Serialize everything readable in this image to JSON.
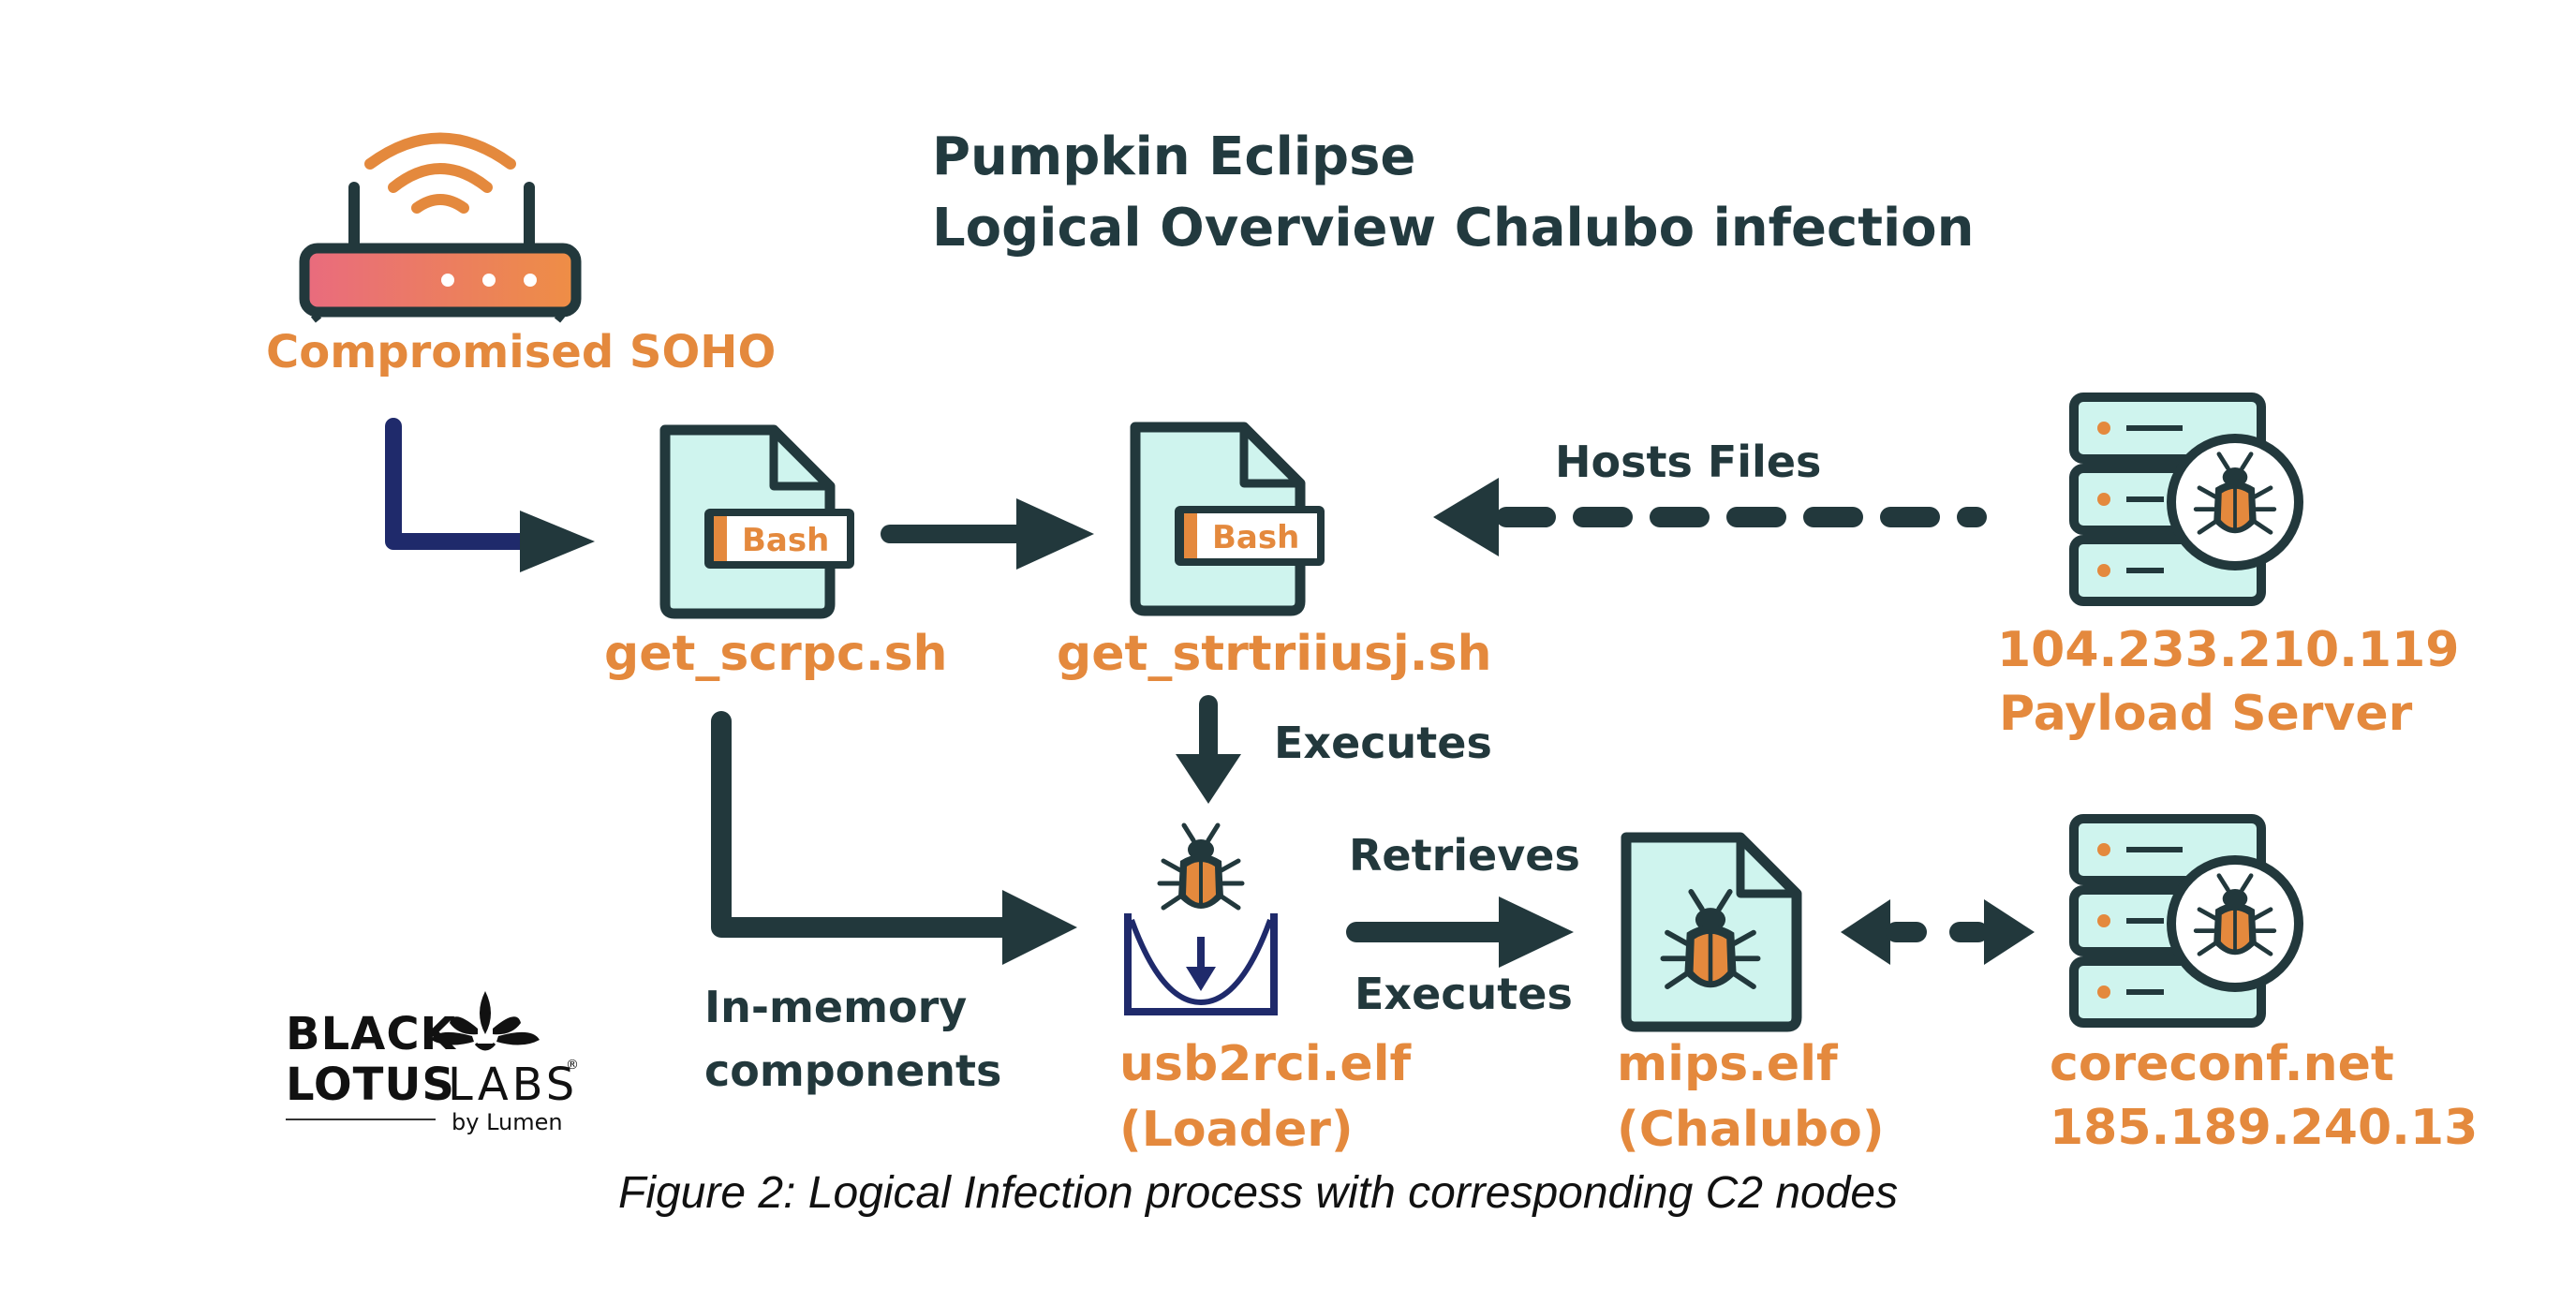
{
  "title": {
    "line1": "Pumpkin Eclipse",
    "line2": "Logical Overview Chalubo infection"
  },
  "nodes": {
    "soho": "Compromised SOHO",
    "get_scrpc": "get_scrpc.sh",
    "get_strtriiusj": "get_strtriiusj.sh",
    "bash1": "Bash",
    "bash2": "Bash",
    "payload_ip": "104.233.210.119",
    "payload_label": "Payload Server",
    "usb_name": "usb2rci.elf",
    "usb_role": "(Loader)",
    "mips_name": "mips.elf",
    "mips_role": "(Chalubo)",
    "c2_domain": "coreconf.net",
    "c2_ip": "185.189.240.13"
  },
  "edges": {
    "hosts_files": "Hosts Files",
    "executes_1": "Executes",
    "retrieves": "Retrieves",
    "executes_2": "Executes",
    "in_memory_1": "In-memory",
    "in_memory_2": "components"
  },
  "logo": {
    "line1": "BLACK",
    "line2_bold": "LOTUS",
    "line2_thin": "LABS",
    "reg": "®",
    "sub": "by Lumen"
  },
  "caption": "Figure 2: Logical Infection process with corresponding C2 nodes",
  "colors": {
    "dark": "#22383c",
    "orange": "#e4893d",
    "mint": "#cff4ee",
    "navy": "#1f2a6b",
    "router_left": "#e96b7e",
    "router_right": "#ee8e45"
  }
}
